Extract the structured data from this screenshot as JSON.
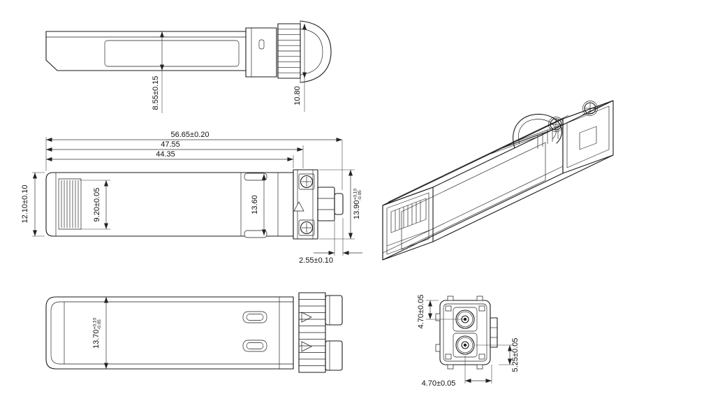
{
  "colors": {
    "line": "#1a1a1a",
    "background": "#ffffff"
  },
  "views": {
    "side_view": {
      "dims": {
        "body_height": "8.55±0.15",
        "latch_section_height": "10.80"
      }
    },
    "top_view": {
      "dims": {
        "overall_length": "56.65±0.20",
        "length_to_latch": "47.55",
        "body_length": "44.35",
        "nose_width": "12.10±0.10",
        "connector_width": "9.20±0.05",
        "slot_span": "13.60",
        "cage_width": {
          "value": "13.90",
          "tol_plus": "+0.10",
          "tol_minus": "-0.05"
        },
        "latch_offset": "2.55±0.10"
      }
    },
    "bottom_view": {
      "dims": {
        "body_width": {
          "value": "13.70",
          "tol_plus": "+0.10",
          "tol_minus": "-0.05"
        }
      }
    },
    "front_view": {
      "dims": {
        "port_center_from_top": "4.70±0.05",
        "port_center_from_edge": "4.70±0.05",
        "port_center_height": "5.25±0.05"
      }
    }
  }
}
